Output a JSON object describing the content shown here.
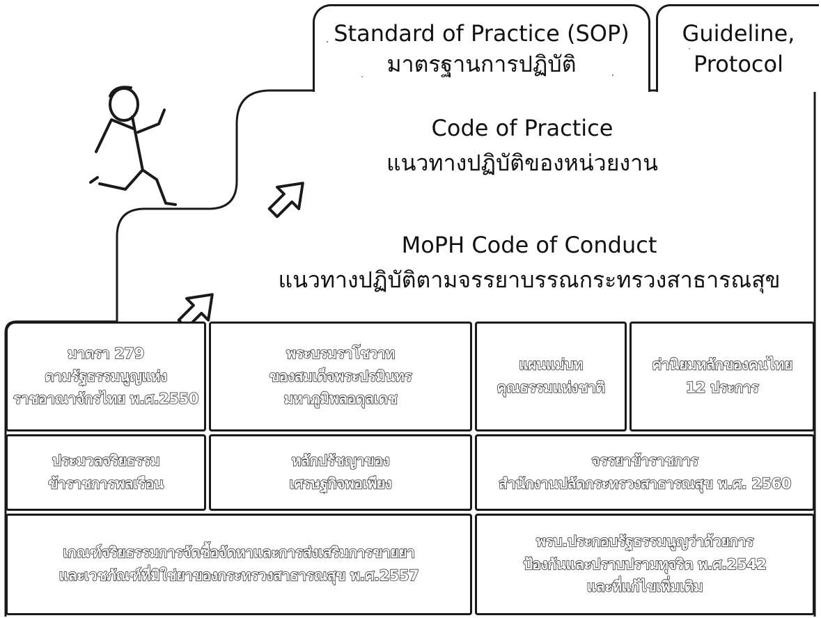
{
  "tabs": {
    "sop": {
      "line1": "Standard of Practice (SOP)",
      "line2": "มาตรฐานการปฏิบัติ"
    },
    "guideline": {
      "line1": "Guideline,",
      "line2": "Protocol"
    }
  },
  "code_of_practice": {
    "line1": "Code of Practice",
    "line2": "แนวทางปฏิบัติของหน่วยงาน"
  },
  "code_of_conduct": {
    "line1": "MoPH Code of Conduct",
    "line2": "แนวทางปฏิบัติตามจรรยาบรรณกระทรวงสาธารณสุข"
  },
  "foundation": {
    "row1": [
      {
        "lines": [
          "มาตรา 279",
          "ตามรัฐธรรมนูญแห่ง",
          "ราชอาณาจักรไทย พ.ศ.2550"
        ]
      },
      {
        "lines": [
          "พระบรมราโชวาท",
          "ของสมเด็จพระปรมินทร",
          "มหาภูมิพลอดุลเดช"
        ]
      },
      {
        "lines": [
          "แผนแม่บท",
          "คุณธรรมแห่งชาติ"
        ]
      },
      {
        "lines": [
          "ค่านิยมหลักของคนไทย",
          "12 ประการ"
        ]
      }
    ],
    "row2": [
      {
        "lines": [
          "ประมวลจริยธรรม",
          "ข้าราชการพลเรือน"
        ]
      },
      {
        "lines": [
          "หลักปรัชญาของ",
          "เศรษฐกิจพอเพียง"
        ]
      },
      {
        "lines": [
          "จรรยาข้าราชการ",
          "สำนักงานปลัดกระทรวงสาธารณสุข พ.ศ. 2560"
        ]
      }
    ],
    "row3": [
      {
        "lines": [
          "เกณฑ์จริยธรรมการจัดซื้อจัดหาและการส่งเสริมการขายยา",
          "และเวชภัณฑ์ที่มิใช่ยาของกระทรวงสาธารณสุข พ.ศ.2557"
        ]
      },
      {
        "lines": [
          "พรบ.ประกอบรัฐธรรมนูญว่าด้วยการ",
          "ป้องกันและปราบปรามทุจริต พ.ศ.2542",
          "และที่แก้ไขเพิ่มเติม"
        ]
      }
    ]
  }
}
